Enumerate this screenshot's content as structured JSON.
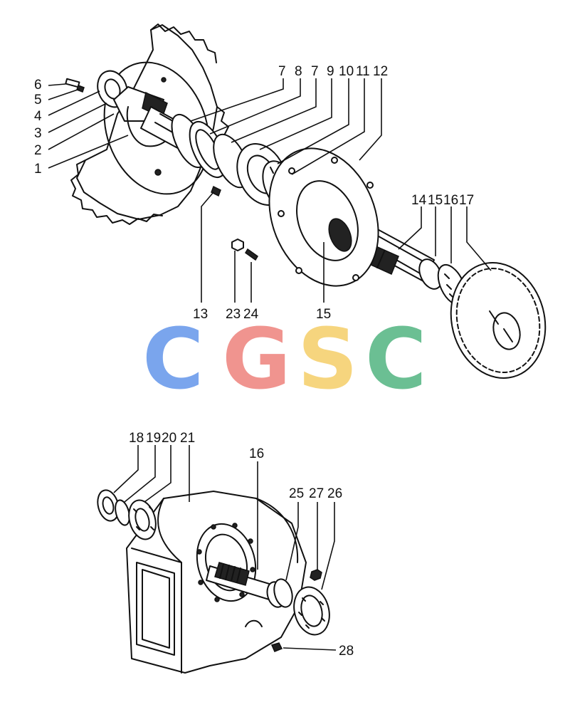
{
  "watermark": {
    "letters": [
      "C",
      "G",
      "S",
      "C"
    ],
    "colors": [
      "#6f9eec",
      "#ef8c86",
      "#f6d274",
      "#5fba8a"
    ]
  },
  "upper_assembly": {
    "callouts": [
      "1",
      "2",
      "3",
      "4",
      "5",
      "6",
      "7",
      "8",
      "7",
      "9",
      "10",
      "11",
      "12",
      "13",
      "23",
      "24",
      "15",
      "14",
      "15",
      "16",
      "17"
    ]
  },
  "lower_assembly": {
    "callouts": [
      "18",
      "19",
      "20",
      "21",
      "16",
      "25",
      "27",
      "26",
      "28"
    ]
  }
}
